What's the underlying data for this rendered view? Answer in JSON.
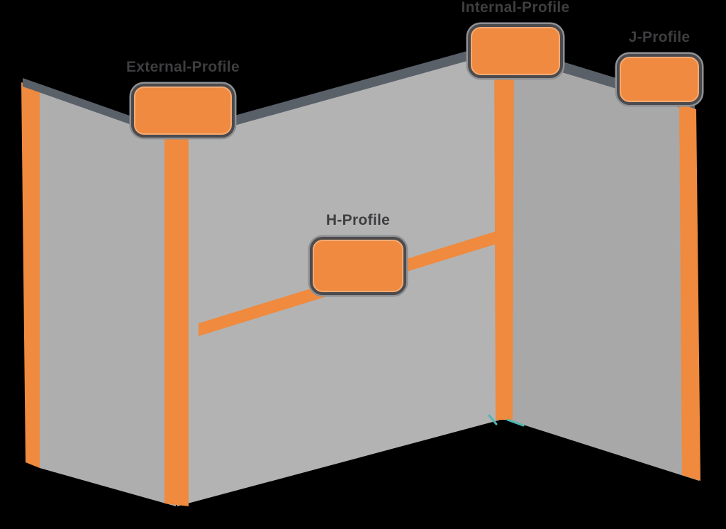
{
  "diagram": {
    "description": "3D illustration of three wall cladding panels with orange trim profiles and four labeled callout buttons",
    "labels": [
      {
        "id": "external-profile",
        "label": "External-Profile"
      },
      {
        "id": "internal-profile",
        "label": "Internal-Profile"
      },
      {
        "id": "j-profile",
        "label": "J-Profile"
      },
      {
        "id": "h-profile",
        "label": "H-Profile"
      }
    ],
    "colors": {
      "background": "#000000",
      "orange": "#EF8A3E",
      "panel-left": "#AEAEAE",
      "panel-mid": "#B3B3B3",
      "panel-right": "#A8A8A8",
      "cap": "#5A6068",
      "button-fill": "#F08A40",
      "button-border": "#4B4B4D",
      "button-ring": "#8E9094",
      "label-text": "#3E3E40",
      "accent-teal": "#4FB8AE"
    }
  }
}
